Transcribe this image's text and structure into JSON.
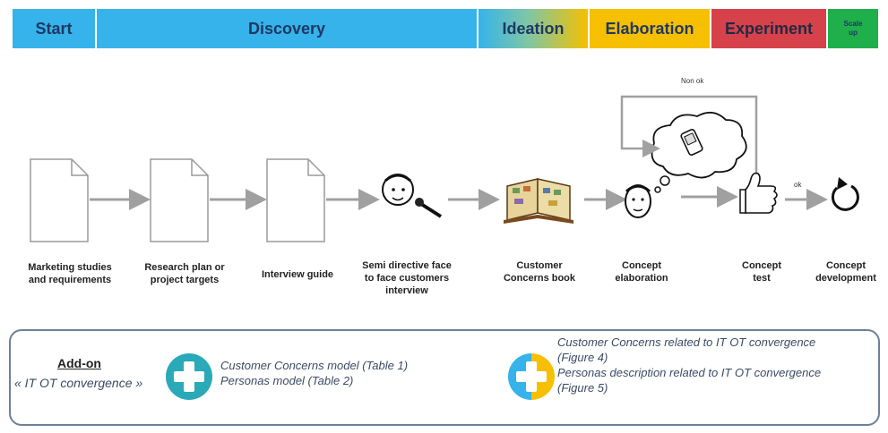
{
  "phases": {
    "start": "Start",
    "discovery": "Discovery",
    "ideation": "Ideation",
    "elaboration": "Elaboration",
    "experiment": "Experiment",
    "scale_line1": "Scale",
    "scale_line2": "up"
  },
  "colors": {
    "blue": "#36b3ea",
    "yellow": "#f6c000",
    "red": "#d7424a",
    "green": "#1fb04c",
    "teal": "#2aa9b8",
    "border": "#6f7f96"
  },
  "loop": {
    "non_ok": "Non ok",
    "ok": "ok"
  },
  "steps": [
    {
      "line1": "Marketing studies",
      "line2": "and requirements",
      "line3": ""
    },
    {
      "line1": "Research plan or",
      "line2": "project targets",
      "line3": ""
    },
    {
      "line1": "Interview guide",
      "line2": "",
      "line3": ""
    },
    {
      "line1": "Semi directive face",
      "line2": "to face customers",
      "line3": "interview"
    },
    {
      "line1": "Customer",
      "line2": "Concerns book",
      "line3": ""
    },
    {
      "line1": "Concept",
      "line2": "elaboration",
      "line3": ""
    },
    {
      "line1": "Concept",
      "line2": "test",
      "line3": ""
    },
    {
      "line1": "Concept",
      "line2": "development",
      "line3": ""
    }
  ],
  "addon": {
    "title": "Add-on",
    "subtitle": "« IT OT convergence »",
    "left_items": [
      "Customer Concerns model (Table 1)",
      "Personas model (Table 2)"
    ],
    "right_items": [
      "Customer Concerns related to IT OT convergence",
      "(Figure 4)",
      "Personas description related to IT OT convergence",
      "(Figure 5)"
    ]
  }
}
